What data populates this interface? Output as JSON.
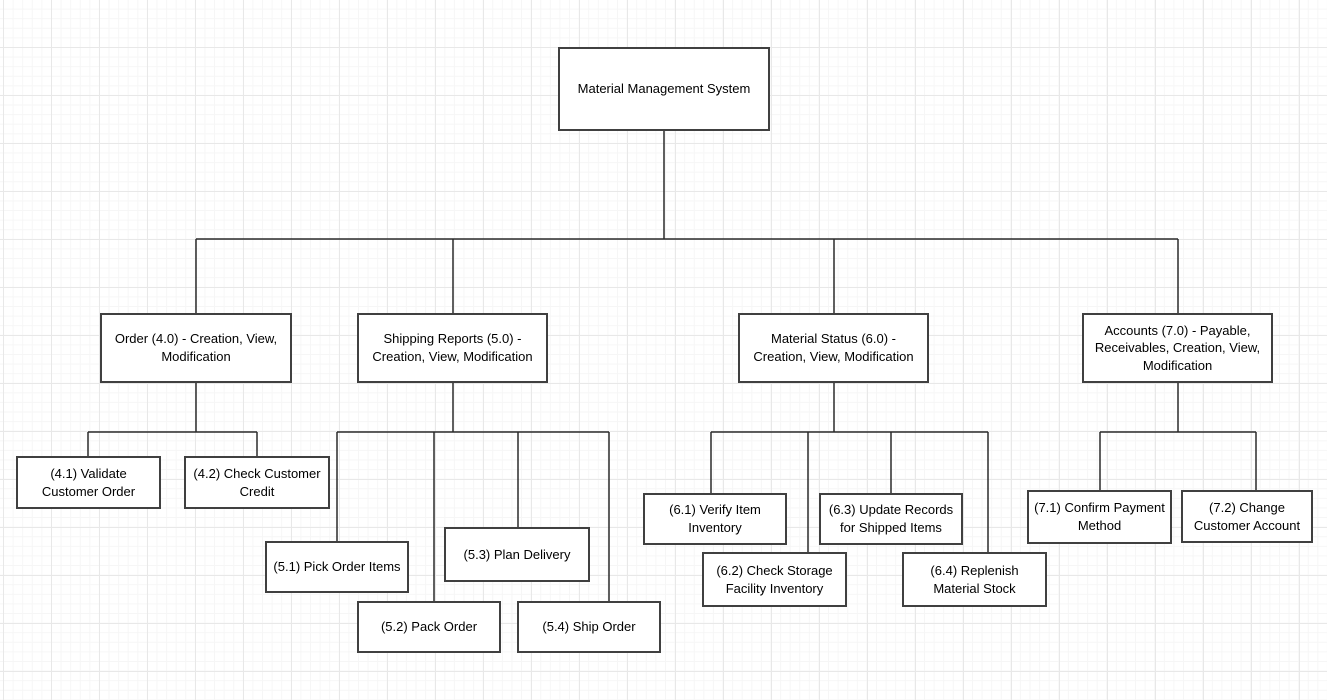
{
  "canvas": {
    "background_color": "#ffffff",
    "grid_minor_color": "#f6f6f6",
    "grid_major_color": "#e8e8e8",
    "node_fill_color": "#ffffff",
    "node_border_color": "#404040",
    "edge_color": "#2b2b2b",
    "text_color": "#000000"
  },
  "tree": {
    "label": "Material Management System",
    "children": [
      {
        "label": "Order (4.0) - Creation, View, Modification",
        "children": [
          {
            "label": "(4.1) Validate Customer Order"
          },
          {
            "label": "(4.2) Check Customer Credit"
          }
        ]
      },
      {
        "label": "Shipping Reports (5.0) - Creation, View, Modification",
        "children": [
          {
            "label": "(5.1) Pick Order Items"
          },
          {
            "label": "(5.2) Pack Order"
          },
          {
            "label": "(5.3) Plan Delivery"
          },
          {
            "label": "(5.4) Ship Order"
          }
        ]
      },
      {
        "label": "Material Status (6.0) - Creation, View, Modification",
        "children": [
          {
            "label": "(6.1) Verify Item Inventory"
          },
          {
            "label": "(6.2) Check Storage Facility Inventory"
          },
          {
            "label": "(6.3) Update Records for Shipped Items"
          },
          {
            "label": "(6.4) Replenish Material Stock"
          }
        ]
      },
      {
        "label": "Accounts (7.0) - Payable, Receivables, Creation, View, Modification",
        "children": [
          {
            "label": "(7.1) Confirm Payment Method"
          },
          {
            "label": "(7.2) Change Customer Account"
          }
        ]
      }
    ]
  }
}
